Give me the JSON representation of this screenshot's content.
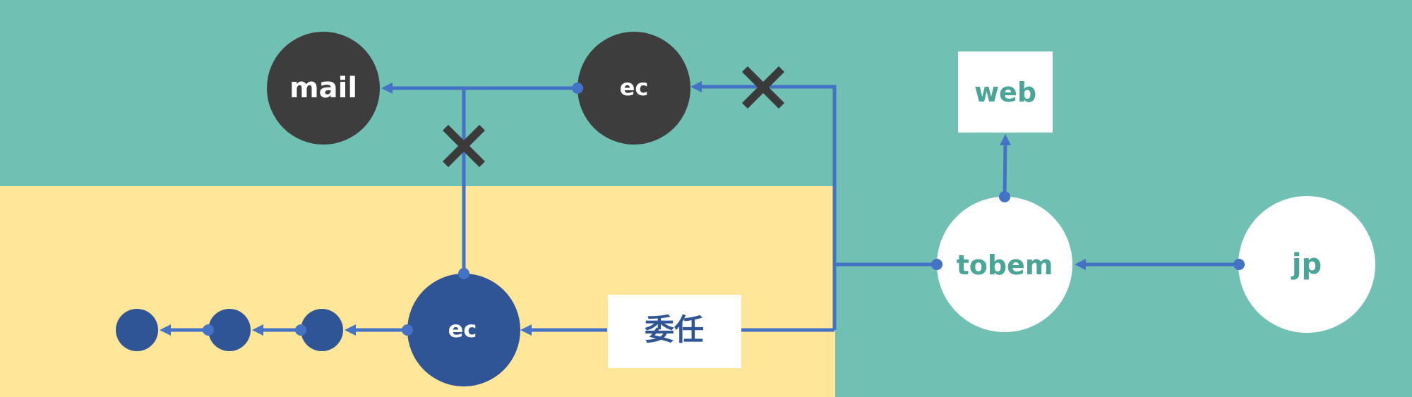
{
  "diagram": {
    "nodes": {
      "mail": "mail",
      "ec_top": "ec",
      "web": "web",
      "tobem": "tobem",
      "jp": "jp",
      "ec_bottom": "ec",
      "delegate": "委任"
    }
  },
  "colors": {
    "background_teal": "#70c0b4",
    "region_yellow": "#ffe699",
    "connector_blue": "#4472c4",
    "dark_node": "#3d3d3d",
    "navy_node": "#2f5597",
    "white_node": "#ffffff",
    "teal_text": "#4aa597",
    "cross_mark": "#3a3a3a"
  },
  "icons": [
    "cross-mark-icon",
    "arrow-head-icon",
    "connector-dot-icon"
  ]
}
